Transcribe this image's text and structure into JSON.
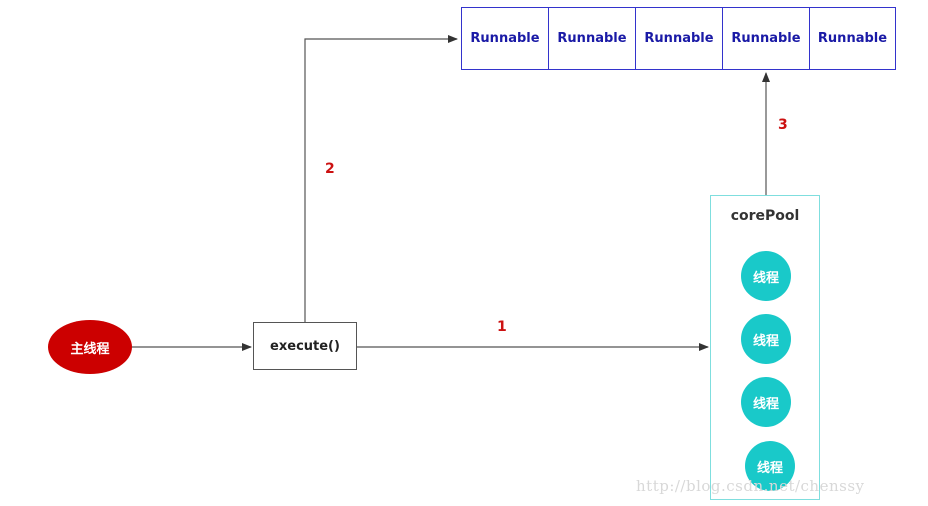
{
  "task_queue": {
    "items": [
      "Runnable",
      "Runnable",
      "Runnable",
      "Runnable",
      "Runnable"
    ]
  },
  "main_thread": {
    "label": "主线程"
  },
  "execute_node": {
    "label": "execute()"
  },
  "core_pool": {
    "title": "corePool",
    "threads": [
      "线程",
      "线程",
      "线程",
      "线程"
    ]
  },
  "steps": {
    "step1": "1",
    "step2": "2",
    "step3": "3"
  },
  "watermark": "http://blog.csdn.net/chenssy",
  "colors": {
    "main_thread": "#cc0000",
    "worker_thread": "#19c9c9",
    "queue_border": "#3333cc",
    "queue_text": "#1a1aa6",
    "step_number": "#cc1111",
    "pool_border": "#7fdede"
  }
}
